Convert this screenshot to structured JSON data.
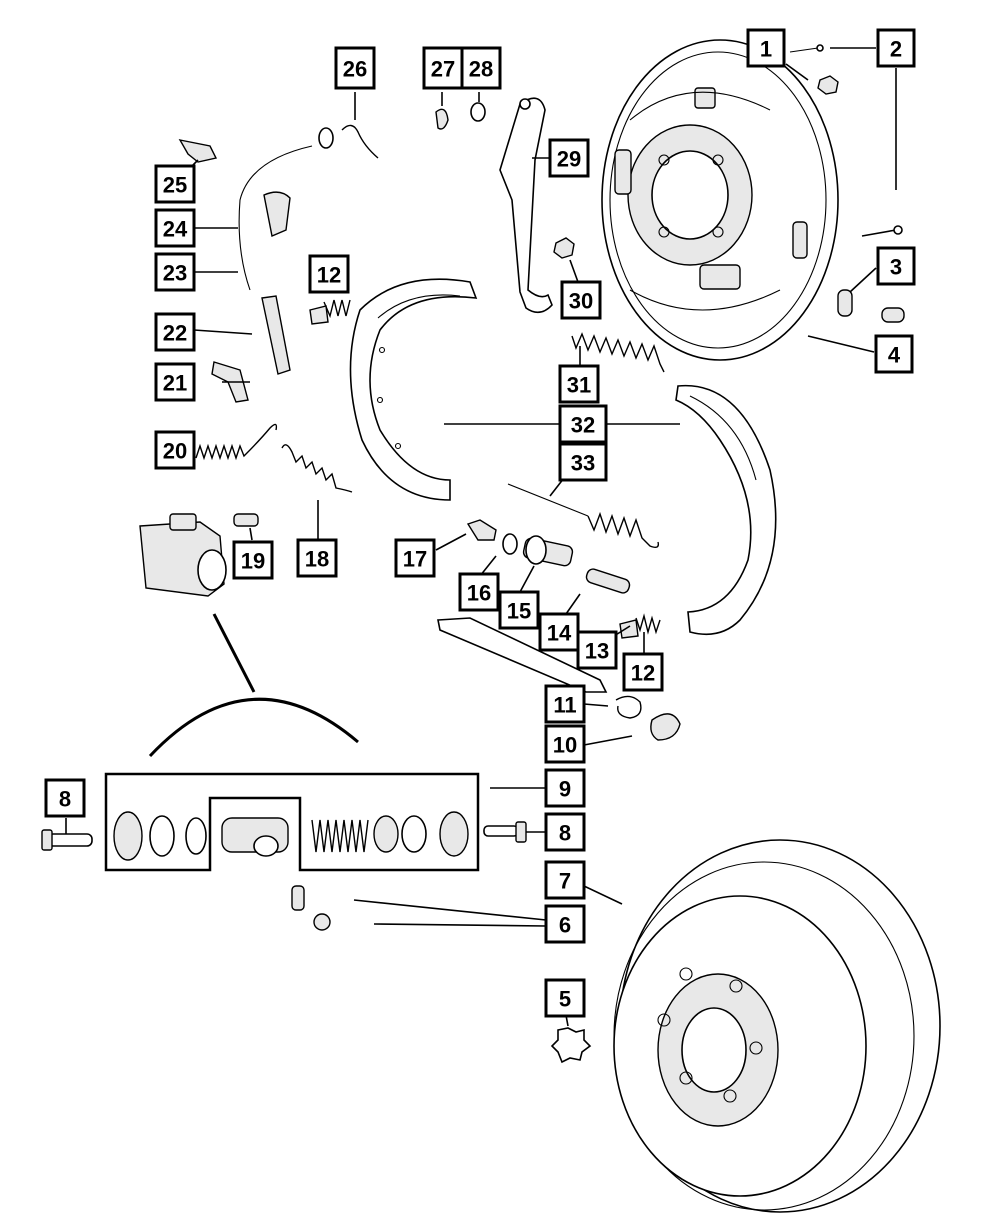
{
  "diagram": {
    "callouts": [
      {
        "id": "c1",
        "label": "1"
      },
      {
        "id": "c2",
        "label": "2"
      },
      {
        "id": "c3",
        "label": "3"
      },
      {
        "id": "c4",
        "label": "4"
      },
      {
        "id": "c5",
        "label": "5"
      },
      {
        "id": "c6",
        "label": "6"
      },
      {
        "id": "c7",
        "label": "7"
      },
      {
        "id": "c8a",
        "label": "8"
      },
      {
        "id": "c8b",
        "label": "8"
      },
      {
        "id": "c9",
        "label": "9"
      },
      {
        "id": "c10",
        "label": "10"
      },
      {
        "id": "c11",
        "label": "11"
      },
      {
        "id": "c12a",
        "label": "12"
      },
      {
        "id": "c12b",
        "label": "12"
      },
      {
        "id": "c13",
        "label": "13"
      },
      {
        "id": "c14",
        "label": "14"
      },
      {
        "id": "c15",
        "label": "15"
      },
      {
        "id": "c16",
        "label": "16"
      },
      {
        "id": "c17",
        "label": "17"
      },
      {
        "id": "c18",
        "label": "18"
      },
      {
        "id": "c19",
        "label": "19"
      },
      {
        "id": "c20",
        "label": "20"
      },
      {
        "id": "c21",
        "label": "21"
      },
      {
        "id": "c22",
        "label": "22"
      },
      {
        "id": "c23",
        "label": "23"
      },
      {
        "id": "c24",
        "label": "24"
      },
      {
        "id": "c25",
        "label": "25"
      },
      {
        "id": "c26",
        "label": "26"
      },
      {
        "id": "c27",
        "label": "27"
      },
      {
        "id": "c28",
        "label": "28"
      },
      {
        "id": "c29",
        "label": "29"
      },
      {
        "id": "c30",
        "label": "30"
      },
      {
        "id": "c31",
        "label": "31"
      },
      {
        "id": "c32",
        "label": "32"
      },
      {
        "id": "c33",
        "label": "33"
      }
    ]
  }
}
